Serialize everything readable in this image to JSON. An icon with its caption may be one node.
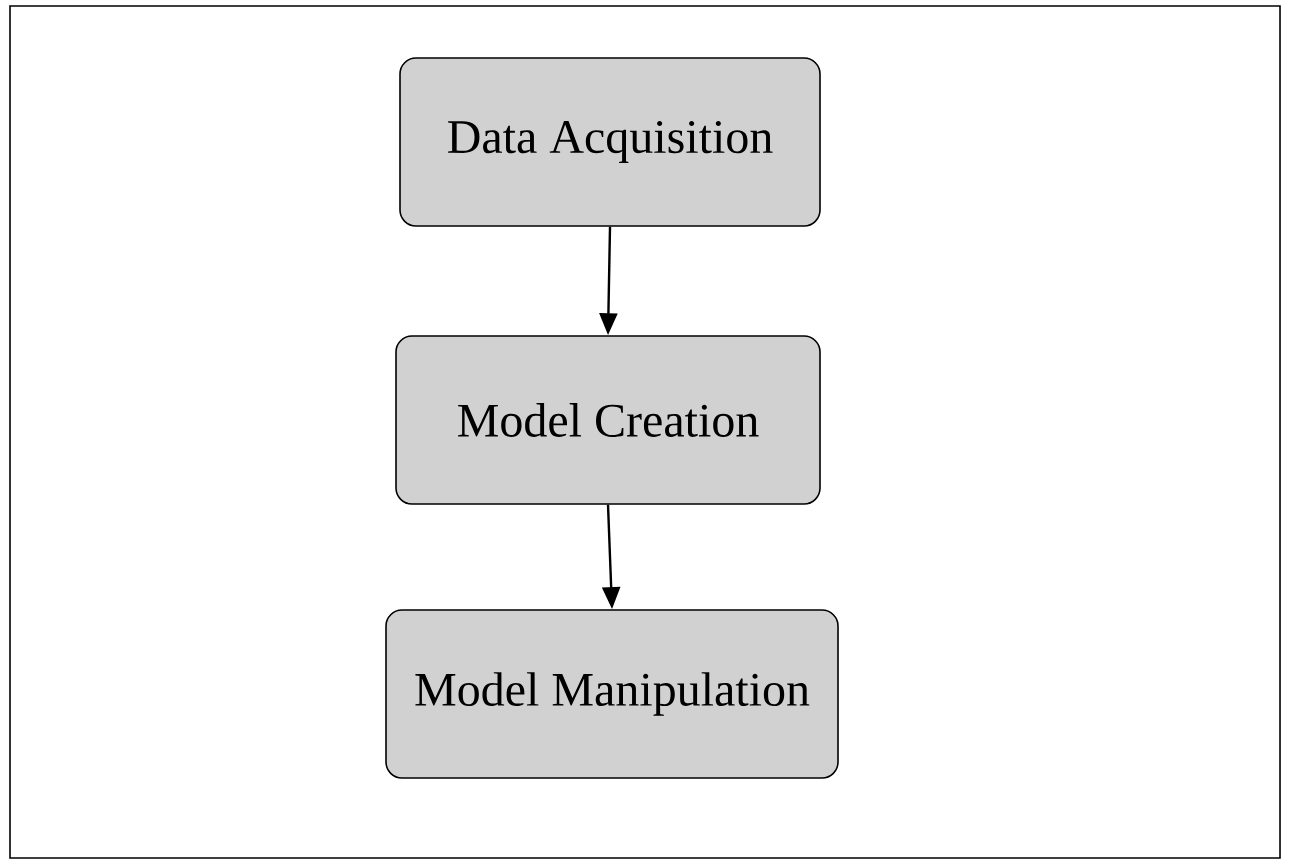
{
  "diagram": {
    "nodes": [
      {
        "text": [
          "Data Acquisition"
        ]
      },
      {
        "text": [
          "Model Creation"
        ]
      },
      {
        "text": [
          "Model Manipulation"
        ]
      }
    ],
    "edges": [
      {
        "from": 0,
        "to": 1,
        "arrow": "to"
      },
      {
        "from": 1,
        "to": 2,
        "arrow": "to"
      }
    ]
  }
}
